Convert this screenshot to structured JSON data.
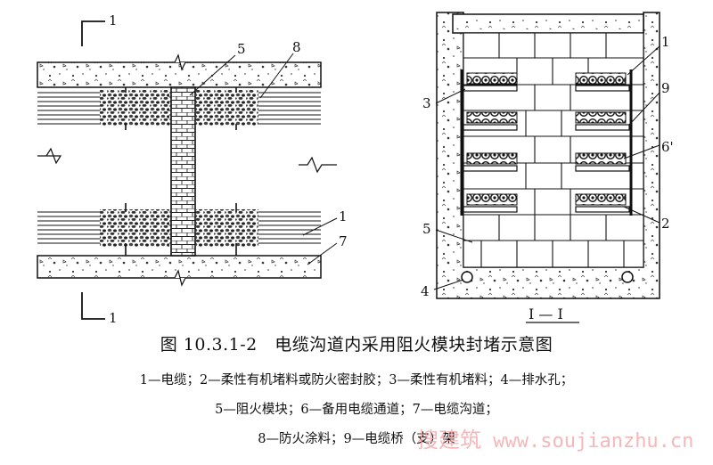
{
  "figure": {
    "left_view": {
      "section_marker_top": "1",
      "section_marker_bottom": "1",
      "label_5": "5",
      "label_8": "8",
      "label_1": "1",
      "label_7": "7"
    },
    "right_view": {
      "label_1": "1",
      "label_9": "9",
      "label_6": "6'",
      "label_2": "2",
      "label_3": "3",
      "label_5": "5",
      "label_4": "4",
      "section_title": "I — I"
    }
  },
  "caption": {
    "title": "图 10.3.1-2　电缆沟道内采用阻火模块封堵示意图",
    "legend_line1": "1—电缆；2—柔性有机堵料或防火密封胶；3—柔性有机堵料；4—排水孔；",
    "legend_line2": "5—阻火模块；6—备用电缆通道；7—电缆沟道；",
    "legend_line3": "8—防火涂料；9—电缆桥（支）架"
  },
  "watermark": {
    "cn": "搜建筑",
    "url": "www.soujianzhu.cn"
  },
  "colors": {
    "ink": "#111111",
    "watermark": "#f2a0a0"
  }
}
